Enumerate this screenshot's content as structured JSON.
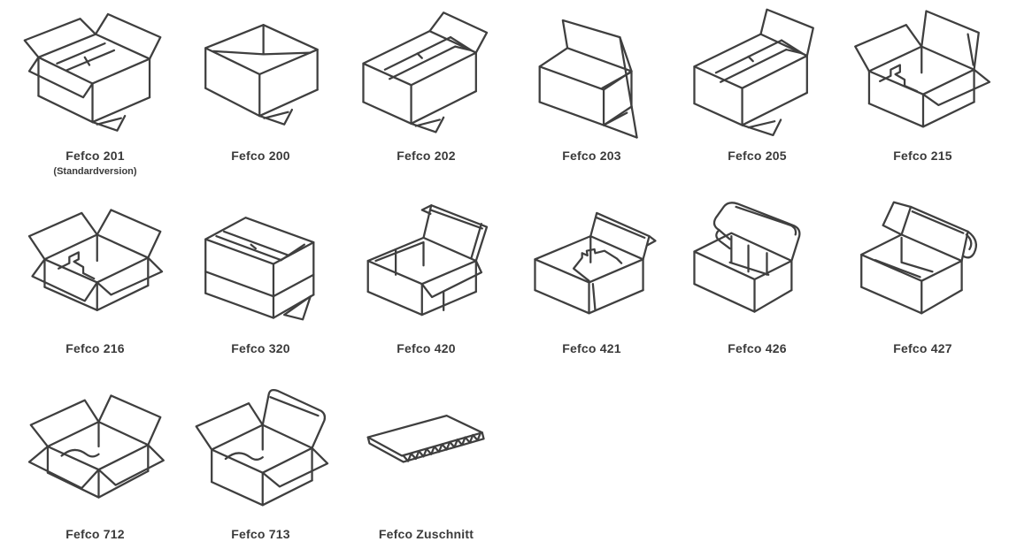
{
  "page": {
    "background_color": "#ffffff",
    "line_color": "#3f3f3f",
    "text_color": "#3a3a3a"
  },
  "catalog": {
    "rows": [
      [
        {
          "label": "Fefco 201",
          "sublabel": "(Standardversion)",
          "icon": "fefco-201-box-icon"
        },
        {
          "label": "Fefco 200",
          "icon": "fefco-200-box-icon"
        },
        {
          "label": "Fefco 202",
          "icon": "fefco-202-box-icon"
        },
        {
          "label": "Fefco 203",
          "icon": "fefco-203-box-icon"
        },
        {
          "label": "Fefco 205",
          "icon": "fefco-205-box-icon"
        },
        {
          "label": "Fefco 215",
          "icon": "fefco-215-box-icon"
        }
      ],
      [
        {
          "label": "Fefco 216",
          "icon": "fefco-216-box-icon"
        },
        {
          "label": "Fefco 320",
          "icon": "fefco-320-box-icon"
        },
        {
          "label": "Fefco 420",
          "icon": "fefco-420-box-icon"
        },
        {
          "label": "Fefco 421",
          "icon": "fefco-421-box-icon"
        },
        {
          "label": "Fefco 426",
          "icon": "fefco-426-box-icon"
        },
        {
          "label": "Fefco 427",
          "icon": "fefco-427-box-icon"
        }
      ],
      [
        {
          "label": "Fefco 712",
          "icon": "fefco-712-box-icon"
        },
        {
          "label": "Fefco 713",
          "icon": "fefco-713-box-icon"
        },
        {
          "label": "Fefco Zuschnitt",
          "icon": "fefco-zuschnitt-sheet-icon"
        }
      ]
    ]
  }
}
